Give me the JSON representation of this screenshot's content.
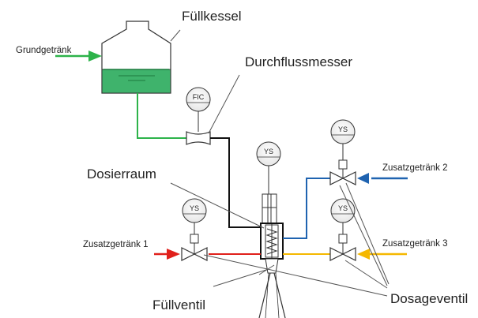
{
  "labels": {
    "fuellkessel": "Füllkessel",
    "grundgetraenk": "Grundgetränk",
    "durchflussmesser": "Durchflussmesser",
    "dosierraum": "Dosierraum",
    "zusatz1": "Zusatzgetränk 1",
    "zusatz2": "Zusatzgetränk 2",
    "zusatz3": "Zusatzgetränk 3",
    "fuellventil": "Füllventil",
    "dosageventil": "Dosageventil"
  },
  "instruments": {
    "fic": "FIC",
    "ys": "YS"
  },
  "colors": {
    "grundgetraenk": "#2db34a",
    "liquid": "#3fb36c",
    "zusatz1": "#e0201b",
    "zusatz2": "#1f63b0",
    "zusatz3": "#f5b800",
    "outline": "#333333",
    "leader": "#555555"
  }
}
